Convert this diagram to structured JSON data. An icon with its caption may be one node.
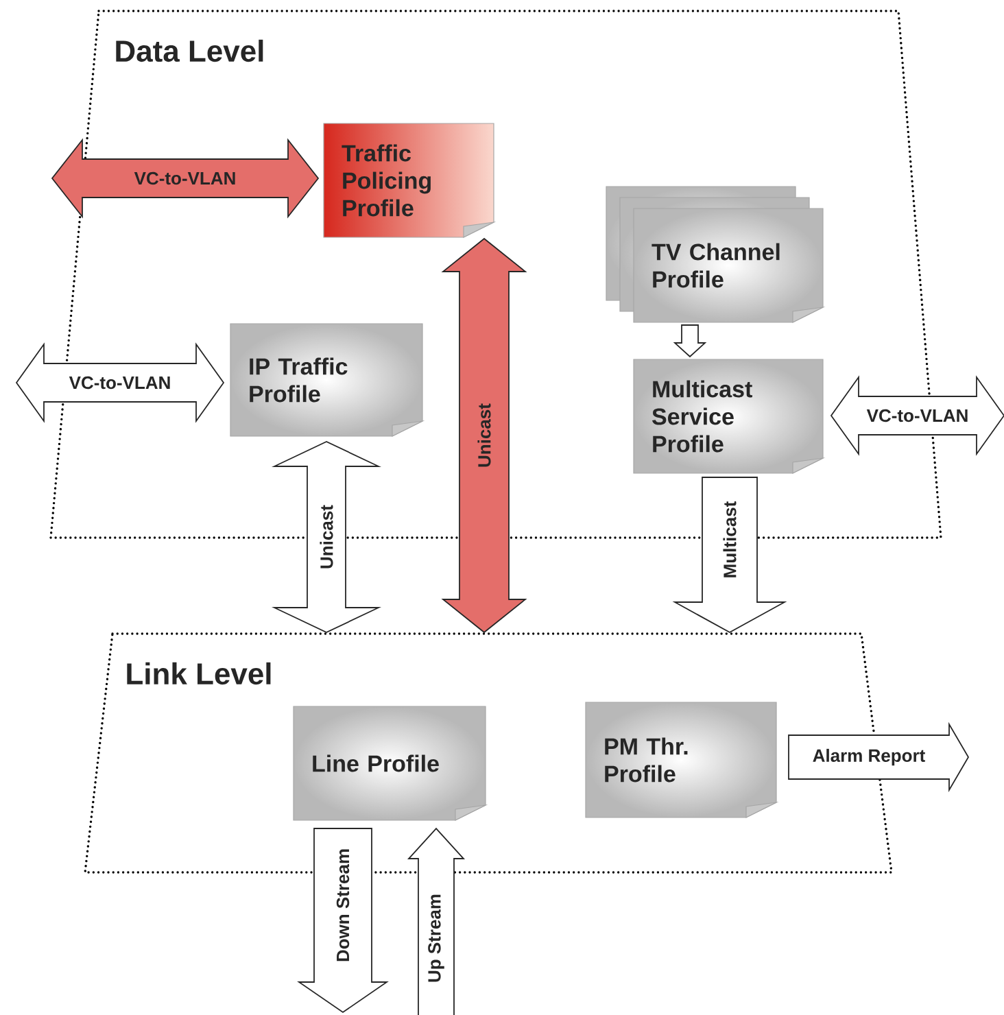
{
  "diagram": {
    "nodes": [
      {
        "text": [
          "Data Level"
        ]
      },
      {
        "text": [
          "Traffic Policing Profile"
        ],
        "in": 0
      },
      {
        "text": [
          "TV Channel Profile"
        ],
        "in": 0
      },
      {
        "text": [
          "IP Traffic Profile"
        ],
        "in": 0
      },
      {
        "text": [
          "Multicast Service Profile"
        ],
        "in": 0
      },
      {
        "text": [
          "Link Level"
        ]
      },
      {
        "text": [
          "Line Profile"
        ],
        "in": 5
      },
      {
        "text": [
          "PM Thr. Profile"
        ],
        "in": 5
      }
    ],
    "edges": [
      {
        "from": null,
        "to": 1,
        "arrow": "both",
        "label": "VC-to-VLAN",
        "color": "#d9302a"
      },
      {
        "from": null,
        "to": 3,
        "arrow": "both",
        "label": "VC-to-VLAN"
      },
      {
        "from": 4,
        "to": null,
        "arrow": "both",
        "label": "VC-to-VLAN"
      },
      {
        "from": 2,
        "to": 4,
        "arrow": "to"
      },
      {
        "from": 3,
        "to": 5,
        "arrow": "both",
        "label": "Unicast"
      },
      {
        "from": 1,
        "to": 5,
        "arrow": "both",
        "label": "Unicast",
        "color": "#d9302a"
      },
      {
        "from": 4,
        "to": 5,
        "arrow": "to",
        "label": "Multicast"
      },
      {
        "from": 6,
        "to": null,
        "arrow": "to",
        "label": "Down Stream"
      },
      {
        "from": null,
        "to": 6,
        "arrow": "to",
        "label": "Up Stream"
      },
      {
        "from": 7,
        "to": null,
        "arrow": "to",
        "label": "Alarm Report"
      }
    ]
  }
}
